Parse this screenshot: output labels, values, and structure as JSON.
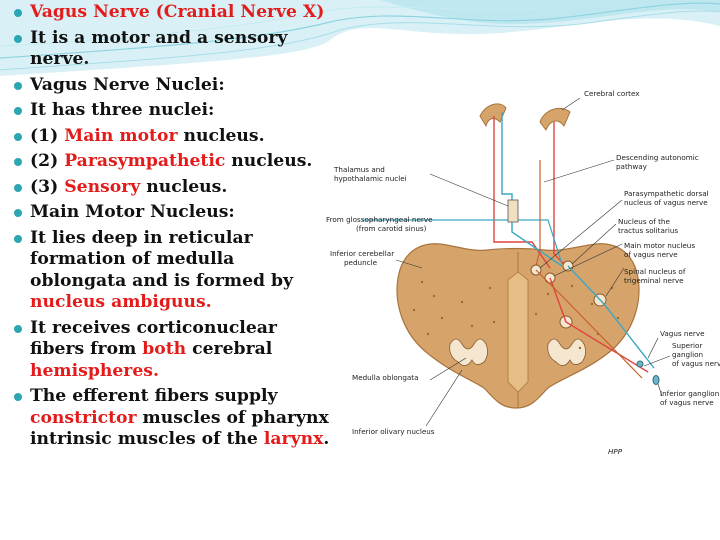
{
  "bullets": [
    {
      "parts": [
        {
          "text": "Vagus Nerve (Cranial Nerve X)",
          "red": true
        }
      ]
    },
    {
      "parts": [
        {
          "text": "It is a motor and a sensory nerve.",
          "red": false
        }
      ]
    },
    {
      "parts": [
        {
          "text": "Vagus Nerve Nuclei:",
          "red": false
        }
      ]
    },
    {
      "parts": [
        {
          "text": "It has three nuclei:",
          "red": false
        }
      ]
    },
    {
      "parts": [
        {
          "text": "(1) ",
          "red": false
        },
        {
          "text": "Main motor",
          "red": true
        },
        {
          "text": " nucleus.",
          "red": false
        }
      ]
    },
    {
      "parts": [
        {
          "text": "(2) ",
          "red": false
        },
        {
          "text": "Parasympathetic",
          "red": true
        },
        {
          "text": " nucleus.",
          "red": false
        }
      ]
    },
    {
      "parts": [
        {
          "text": "(3) ",
          "red": false
        },
        {
          "text": "Sensory",
          "red": true
        },
        {
          "text": " nucleus.",
          "red": false
        }
      ]
    },
    {
      "parts": [
        {
          "text": "Main Motor Nucleus:",
          "red": false
        }
      ]
    },
    {
      "parts": [
        {
          "text": "It lies deep in reticular formation of medulla oblongata and is formed by ",
          "red": false
        },
        {
          "text": "nucleus ambiguus.",
          "red": true
        }
      ]
    },
    {
      "parts": [
        {
          "text": "It receives corticonuclear fibers from ",
          "red": false
        },
        {
          "text": "both",
          "red": true
        },
        {
          "text": " cerebral ",
          "red": false
        },
        {
          "text": "hemispheres.",
          "red": true
        }
      ]
    },
    {
      "parts": [
        {
          "text": "The efferent fibers supply ",
          "red": false
        },
        {
          "text": "constrictor",
          "red": true
        },
        {
          "text": " muscles of pharynx intrinsic muscles of the ",
          "red": false
        },
        {
          "text": "larynx",
          "red": true
        },
        {
          "text": ".",
          "red": false
        }
      ]
    }
  ],
  "diagram": {
    "labels": {
      "cortex": "Cerebral cortex",
      "descending_1": "Descending autonomic",
      "descending_2": "pathway",
      "thalamus_1": "Thalamus and",
      "thalamus_2": "hypothalamic nuclei",
      "parasympathetic_1": "Parasympathetic dorsal",
      "parasympathetic_2": "nucleus of vagus nerve",
      "glossopharyngeal_1": "From glossopharyngeal nerve",
      "glossopharyngeal_2": "(from carotid sinus)",
      "tractus_1": "Nucleus of the",
      "tractus_2": "tractus solitarius",
      "cerebellar_1": "Inferior cerebellar",
      "cerebellar_2": "peduncle",
      "main_motor_1": "Main motor nucleus",
      "main_motor_2": "of vagus nerve",
      "spinal_1": "Spinal nucleus of",
      "spinal_2": "trigeminal nerve",
      "vagus": "Vagus nerve",
      "superior_1": "Superior",
      "superior_2": "ganglion",
      "superior_3": "of vagus nerve",
      "medulla": "Medulla oblongata",
      "inferior_ganglion_1": "Inferior ganglion",
      "inferior_ganglion_2": "of vagus nerve",
      "olivary": "Inferior olivary nucleus",
      "signature": "HPP"
    },
    "colors": {
      "tissue": "#d6a46a",
      "tissue_edge": "#a8743e",
      "motor_fiber": "#e0443e",
      "sensory_fiber": "#3aa7c4",
      "autonomic_fiber": "#c8602a",
      "bullet": "#2ba6b2",
      "highlight": "#e31b1b"
    }
  }
}
